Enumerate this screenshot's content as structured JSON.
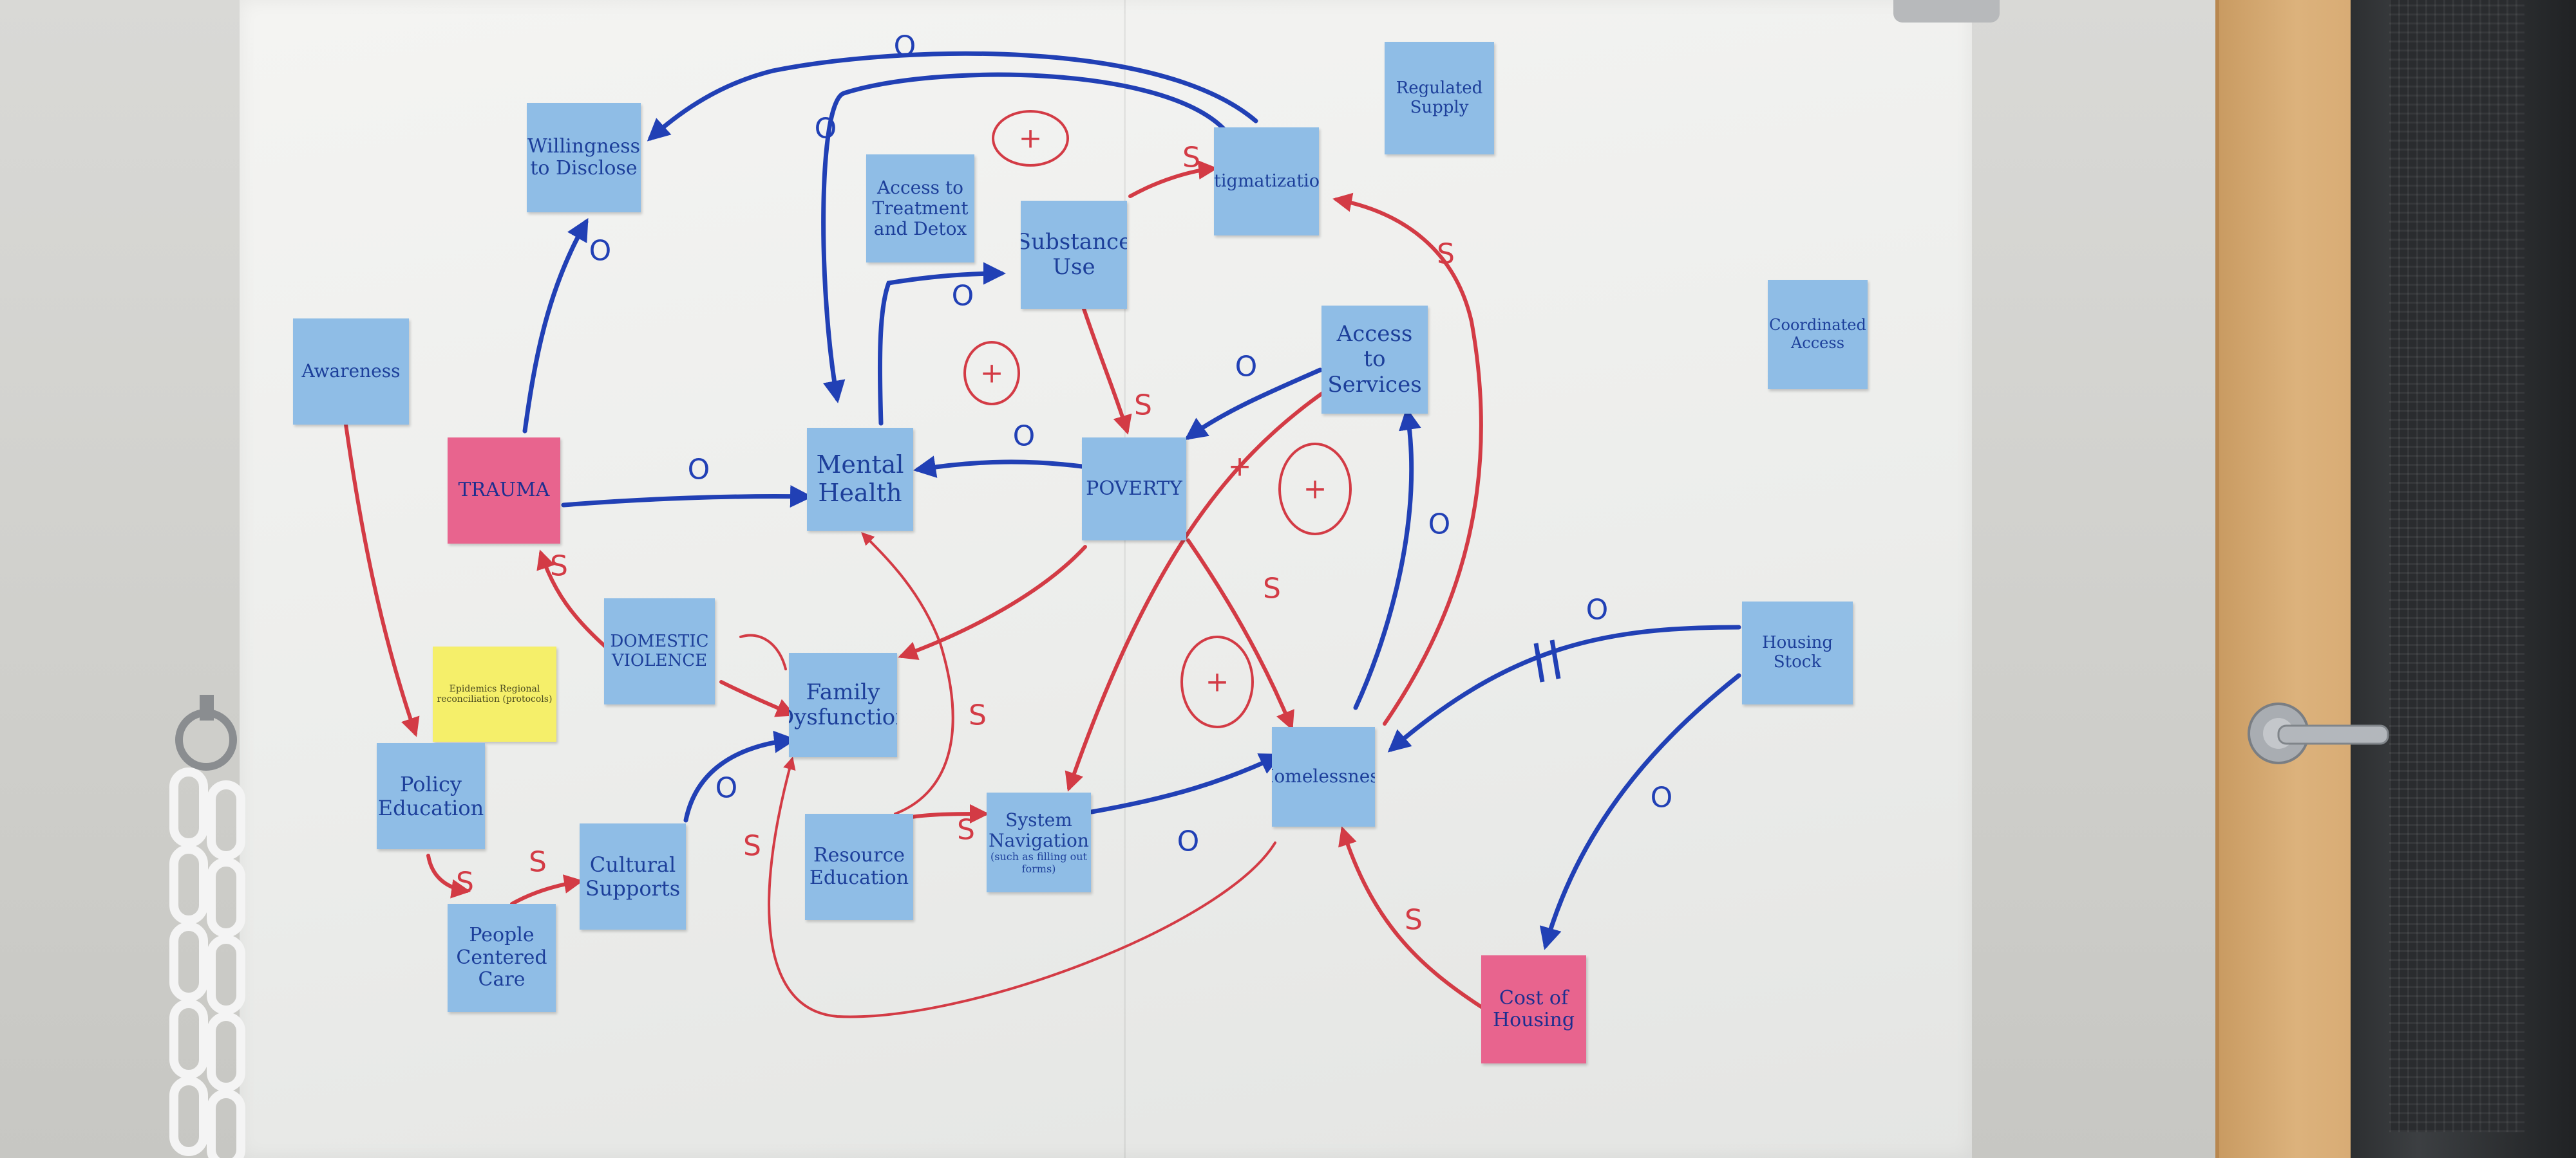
{
  "notes": {
    "willingness": "Willingness to Disclose",
    "access_treatment": "Access to Treatment and Detox",
    "substance_use": "Substance Use",
    "stigmatization": "Stigmatization",
    "regulated_supply": "Regulated Supply",
    "coordinated_access": "Coordinated Access",
    "awareness": "Awareness",
    "trauma": "TRAUMA",
    "mental_health": "Mental Health",
    "poverty": "POVERTY",
    "access_services": "Access to Services",
    "domestic_violence": "DOMESTIC VIOLENCE",
    "family_dysfunction": "Family Dysfunction",
    "policy_education": "Policy Education",
    "cultural_supports": "Cultural Supports",
    "people_centered_care": "People Centered Care",
    "resource_education": "Resource Education",
    "system_navigation": "System Navigation",
    "system_navigation_sub": "(such as filling out forms)",
    "homelessness": "Homelessness",
    "housing_stock": "Housing Stock",
    "cost_of_housing": "Cost of Housing",
    "yellow_note": "Epidemics Regional reconciliation (protocols)"
  },
  "edge_labels": {
    "o": "O",
    "s": "S",
    "plus": "+"
  },
  "colors": {
    "note_blue": "#8fbde6",
    "note_pink": "#e8648e",
    "note_yellow": "#f5ef6a",
    "marker_blue": "#2140b5",
    "marker_red": "#d33b45"
  }
}
